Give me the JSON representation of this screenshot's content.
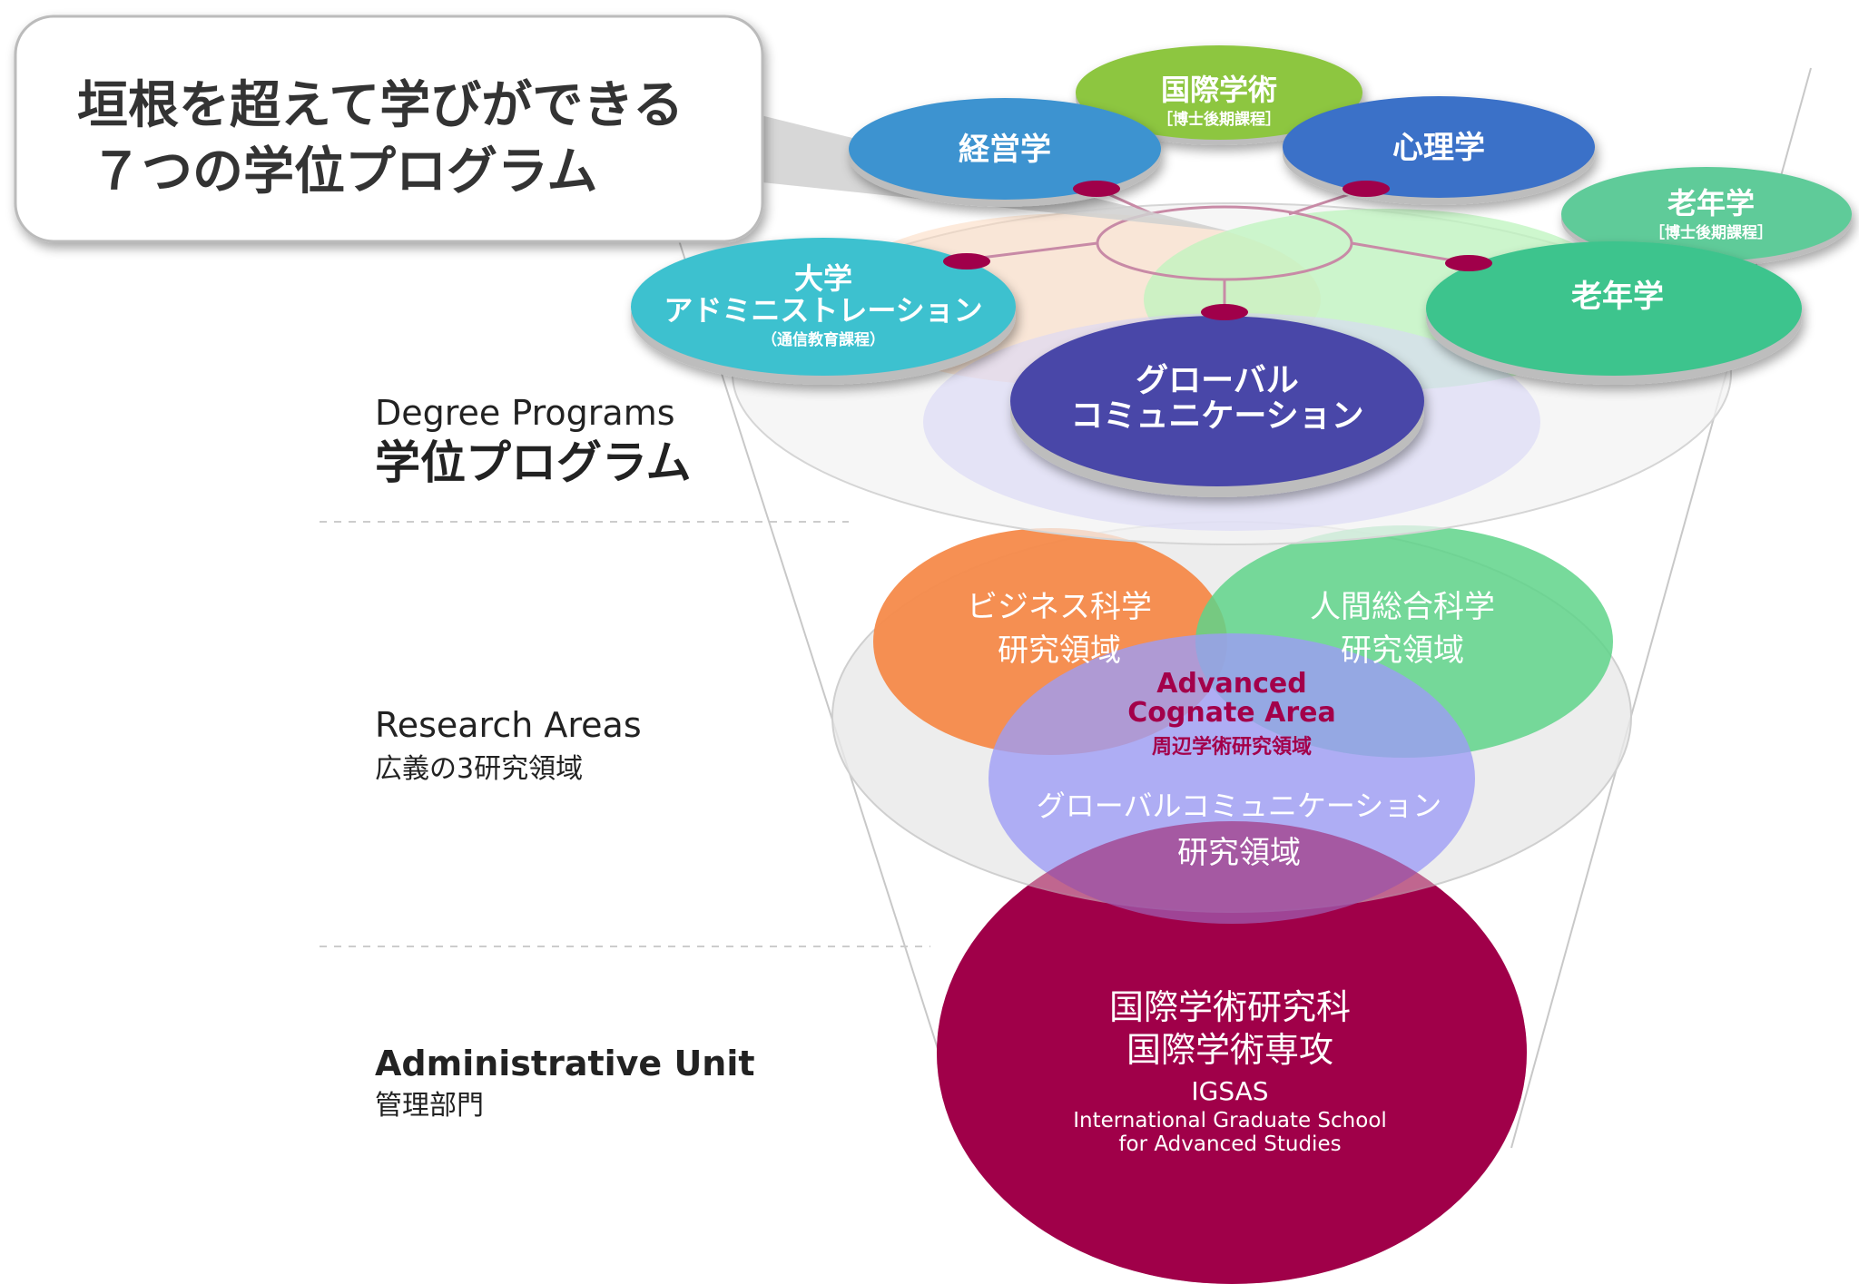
{
  "callout": {
    "line1": "垣根を超えて学びができる",
    "line2": "７つの学位プログラム"
  },
  "levels": {
    "degree": {
      "en": "Degree Programs",
      "ja": "学位プログラム"
    },
    "research": {
      "en": "Research Areas",
      "ja": "広義の3研究領域"
    },
    "admin": {
      "en": "Administrative Unit",
      "ja": "管理部門"
    }
  },
  "programs": {
    "kokusai": {
      "title": "国際学術",
      "sub": "［博士後期課程］",
      "color": "#8DC63F"
    },
    "keiei": {
      "title": "経営学",
      "color": "#3C93D0"
    },
    "shinri": {
      "title": "心理学",
      "color": "#3A71C8"
    },
    "rounen_phd": {
      "title": "老年学",
      "sub": "［博士後期課程］",
      "color": "#5FCB99"
    },
    "rounen": {
      "title": "老年学",
      "color": "#3DC48D"
    },
    "daigaku": {
      "line1": "大学",
      "line2": "アドミニストレーション",
      "sub": "（通信教育課程）",
      "color": "#3EC1CF"
    },
    "global": {
      "line1": "グローバル",
      "line2": "コミュニケーション",
      "color": "#4A47A8"
    }
  },
  "research": {
    "business": {
      "line1": "ビジネス科学",
      "line2": "研究領域",
      "color": "#F58A4A"
    },
    "human": {
      "line1": "人間総合科学",
      "line2": "研究領域",
      "color": "#5FD38A"
    },
    "global": {
      "line1": "グローバルコミュニケーション",
      "line2": "研究領域",
      "color": "#9E9CF5"
    },
    "cognate": {
      "line1": "Advanced",
      "line2": "Cognate Area",
      "ja": "周辺学術研究領域",
      "color": "#A3004A"
    }
  },
  "admin": {
    "line1": "国際学術研究科",
    "line2": "国際学術専攻",
    "abbr": "IGSAS",
    "en1": "International Graduate School",
    "en2": "for Advanced Studies",
    "color": "#A0004A"
  }
}
